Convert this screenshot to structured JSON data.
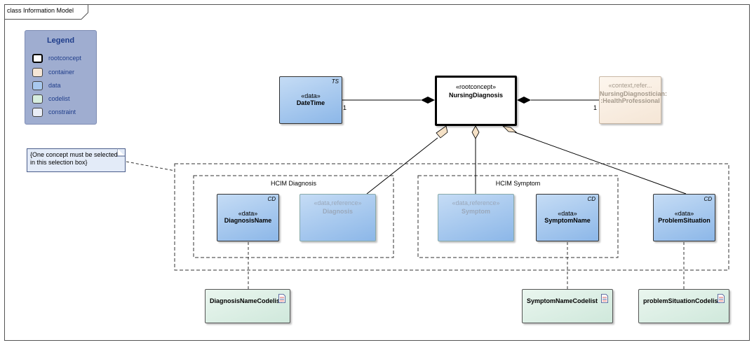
{
  "frame": {
    "title": "class Information Model"
  },
  "legend": {
    "title": "Legend",
    "items": [
      {
        "label": "rootconcept",
        "color": "#ffffff"
      },
      {
        "label": "container",
        "color": "#f5e6d6"
      },
      {
        "label": "data",
        "color": "#a8c8ee"
      },
      {
        "label": "codelist",
        "color": "#d7eedf"
      },
      {
        "label": "constraint",
        "color": "#e9edf7"
      }
    ]
  },
  "classes": {
    "datetime": {
      "stereotype": "«data»",
      "name": "DateTime",
      "tag": "TS"
    },
    "nursing_diagnosis": {
      "stereotype": "«rootconcept»",
      "name": "NursingDiagnosis"
    },
    "nursing_diagnostician": {
      "stereotype": "«context,refer...",
      "name": "NursingDiagnostician:",
      "name2": ":HealthProfessional"
    },
    "diagnosis_name": {
      "stereotype": "«data»",
      "name": "DiagnosisName",
      "tag": "CD"
    },
    "diagnosis": {
      "stereotype": "«data,reference»",
      "name": "Diagnosis"
    },
    "symptom": {
      "stereotype": "«data,reference»",
      "name": "Symptom"
    },
    "symptom_name": {
      "stereotype": "«data»",
      "name": "SymptomName",
      "tag": "CD"
    },
    "problem_situation": {
      "stereotype": "«data»",
      "name": "ProblemSituation",
      "tag": "CD"
    }
  },
  "codelists": {
    "diagnosis_name_codelist": "DiagnosisNameCodelist",
    "symptom_name_codelist": "SymptomNameCodelist",
    "problem_situation_codelist": "problemSituationCodelist"
  },
  "groups": {
    "hcim_diagnosis": "HCIM Diagnosis",
    "hcim_symptom": "HCIM Symptom"
  },
  "note": {
    "text": "{One concept must be selected in this selection box}"
  },
  "multiplicity": {
    "datetime": "1",
    "diagnostician": "1"
  }
}
